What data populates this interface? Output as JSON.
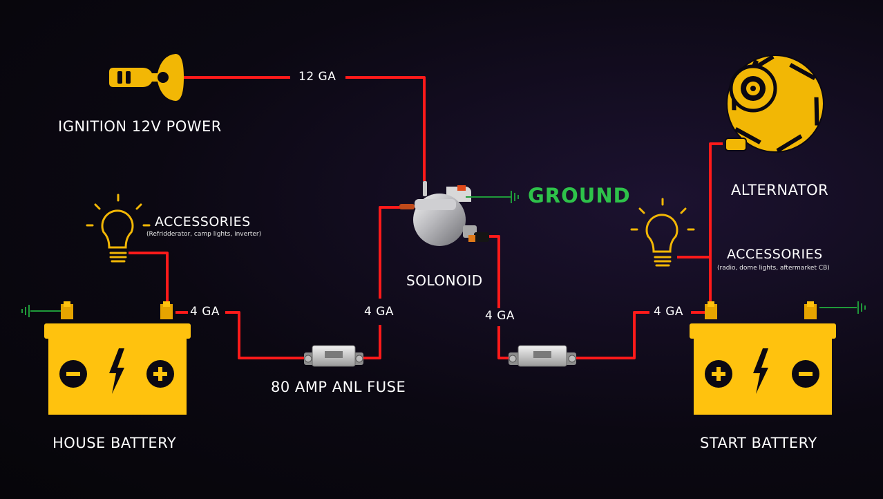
{
  "colors": {
    "wire": "#ff1a1a",
    "battery": "#ffc20e",
    "battery_terminal": "#e6a400",
    "icon": "#f2b705",
    "ground_text": "#2ec24a",
    "ground_wire": "#1f9a3a",
    "text": "#ffffff"
  },
  "labels": {
    "ignition": "IGNITION 12V POWER",
    "alternator": "ALTERNATOR",
    "ground": "GROUND",
    "solenoid": "SOLONOID",
    "fuse": "80 AMP ANL FUSE",
    "house_battery": "HOUSE BATTERY",
    "start_battery": "START BATTERY",
    "accessories_left": "ACCESSORIES",
    "accessories_left_sub": "(Refridderator, camp lights, inverter)",
    "accessories_right": "ACCESSORIES",
    "accessories_right_sub": "(radio, dome lights, aftermarket CB)"
  },
  "wire_gauges": {
    "ignition": "12 GA",
    "house_out": "4 GA",
    "fuse_to_solenoid": "4 GA",
    "solenoid_out": "4 GA",
    "start_in": "4 GA"
  },
  "icons": {
    "ignition": "ignition-key-icon",
    "alternator": "alternator-icon",
    "bulb": "light-bulb-icon",
    "battery": "battery-icon",
    "solenoid": "solenoid-icon",
    "fuse": "anl-fuse-icon",
    "ground": "ground-symbol-icon",
    "minus": "minus-icon",
    "plus": "plus-icon",
    "lightning": "lightning-bolt-icon"
  }
}
